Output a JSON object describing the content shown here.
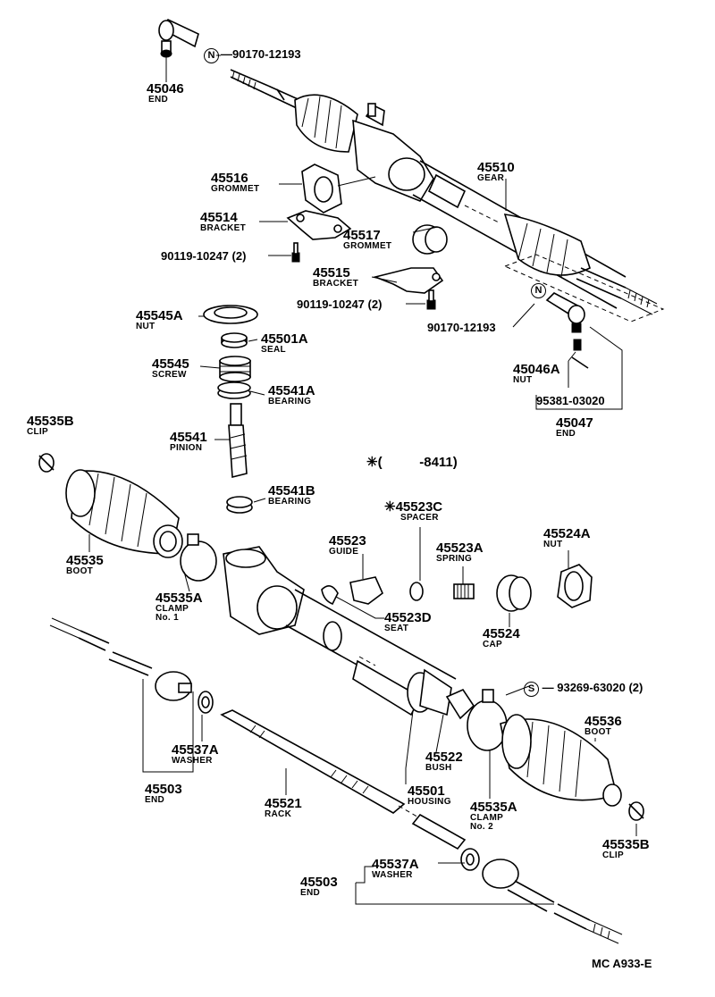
{
  "parts": {
    "p45046": {
      "num": "45046",
      "name": "END"
    },
    "p90170a": {
      "mark": "N",
      "num": "90170-12193"
    },
    "p45516": {
      "num": "45516",
      "name": "GROMMET"
    },
    "p45510": {
      "num": "45510",
      "name": "GEAR"
    },
    "p45514": {
      "num": "45514",
      "name": "BRACKET"
    },
    "p45517": {
      "num": "45517",
      "name": "GROMMET"
    },
    "p90119a": {
      "num": "90119-10247 (2)"
    },
    "p45515": {
      "num": "45515",
      "name": "BRACKET"
    },
    "p90119b": {
      "num": "90119-10247 (2)"
    },
    "p45545A": {
      "num": "45545A",
      "name": "NUT"
    },
    "p90170b": {
      "mark": "N",
      "num": "90170-12193"
    },
    "p45501A": {
      "num": "45501A",
      "name": "SEAL"
    },
    "p45545": {
      "num": "45545",
      "name": "SCREW"
    },
    "p45046A": {
      "num": "45046A",
      "name": "NUT"
    },
    "p45541A": {
      "num": "45541A",
      "name": "BEARING"
    },
    "p95381": {
      "num": "95381-03020"
    },
    "p45047": {
      "num": "45047",
      "name": "END"
    },
    "p45535B_top": {
      "num": "45535B",
      "name": "CLIP"
    },
    "p45541": {
      "num": "45541",
      "name": "PINION"
    },
    "p8411": {
      "text": "✳(          -8411)"
    },
    "p45541B": {
      "num": "45541B",
      "name": "BEARING"
    },
    "p45523C": {
      "num": "✳45523C",
      "name": "SPACER"
    },
    "p45523": {
      "num": "45523",
      "name": "GUIDE"
    },
    "p45523A": {
      "num": "45523A",
      "name": "SPRING"
    },
    "p45524A": {
      "num": "45524A",
      "name": "NUT"
    },
    "p45535": {
      "num": "45535",
      "name": "BOOT"
    },
    "p45535A_1": {
      "num": "45535A",
      "name": "CLAMP",
      "name2": "No. 1"
    },
    "p45523D": {
      "num": "45523D",
      "name": "SEAT"
    },
    "p45524": {
      "num": "45524",
      "name": "CAP"
    },
    "p93269": {
      "mark": "S",
      "num": "93269-63020 (2)"
    },
    "p45536": {
      "num": "45536",
      "name": "BOOT"
    },
    "p45537A_left": {
      "num": "45537A",
      "name": "WASHER"
    },
    "p45522": {
      "num": "45522",
      "name": "BUSH"
    },
    "p45503_left": {
      "num": "45503",
      "name": "END"
    },
    "p45521": {
      "num": "45521",
      "name": "RACK"
    },
    "p45501": {
      "num": "45501",
      "name": "HOUSING"
    },
    "p45535A_2": {
      "num": "45535A",
      "name": "CLAMP",
      "name2": "No. 2"
    },
    "p45535B_bot": {
      "num": "45535B",
      "name": "CLIP"
    },
    "p45537A_bot": {
      "num": "45537A",
      "name": "WASHER"
    },
    "p45503_bot": {
      "num": "45503",
      "name": "END"
    }
  },
  "footer": {
    "code": "MC  A933-E"
  }
}
